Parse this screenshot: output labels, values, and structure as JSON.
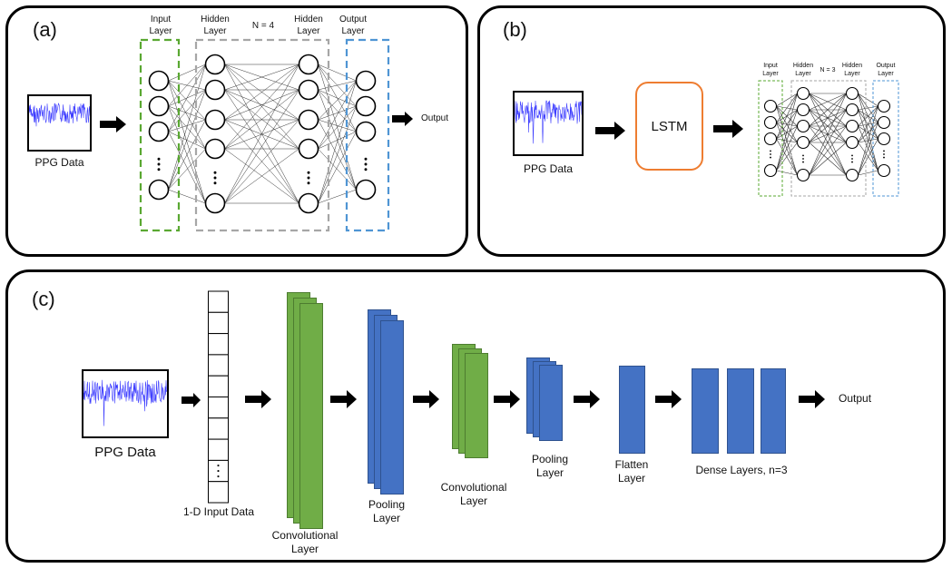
{
  "panels": {
    "a": {
      "tag": "(a)",
      "ppg_label": "PPG Data",
      "input_layer": "Input\nLayer",
      "hidden_layer_1": "Hidden\nLayer",
      "n_label": "N = 4",
      "hidden_layer_2": "Hidden\nLayer",
      "output_layer": "Output\nLayer",
      "output_label": "Output"
    },
    "b": {
      "tag": "(b)",
      "ppg_label": "PPG Data",
      "lstm_label": "LSTM",
      "input_layer": "Input\nLayer",
      "hidden_layer_1": "Hidden\nLayer",
      "n_label": "N = 3",
      "hidden_layer_2": "Hidden\nLayer",
      "output_layer": "Output\nLayer"
    },
    "c": {
      "tag": "(c)",
      "ppg_label": "PPG Data",
      "input_data_label": "1-D Input Data",
      "conv1_label": "Convolutional\nLayer",
      "pool1_label": "Pooling\nLayer",
      "conv2_label": "Convolutional\nLayer",
      "pool2_label": "Pooling\nLayer",
      "flatten_label": "Flatten\nLayer",
      "dense_label": "Dense Layers, n=3",
      "output_label": "Output"
    }
  },
  "colors": {
    "green": "#70ad47",
    "blue": "#4472c4",
    "orange": "#ee7d31",
    "input_dash": "#5aa832",
    "hidden_dash": "#a6a6a6",
    "output_dash": "#4f95d4",
    "signal": "#1a1aff"
  }
}
